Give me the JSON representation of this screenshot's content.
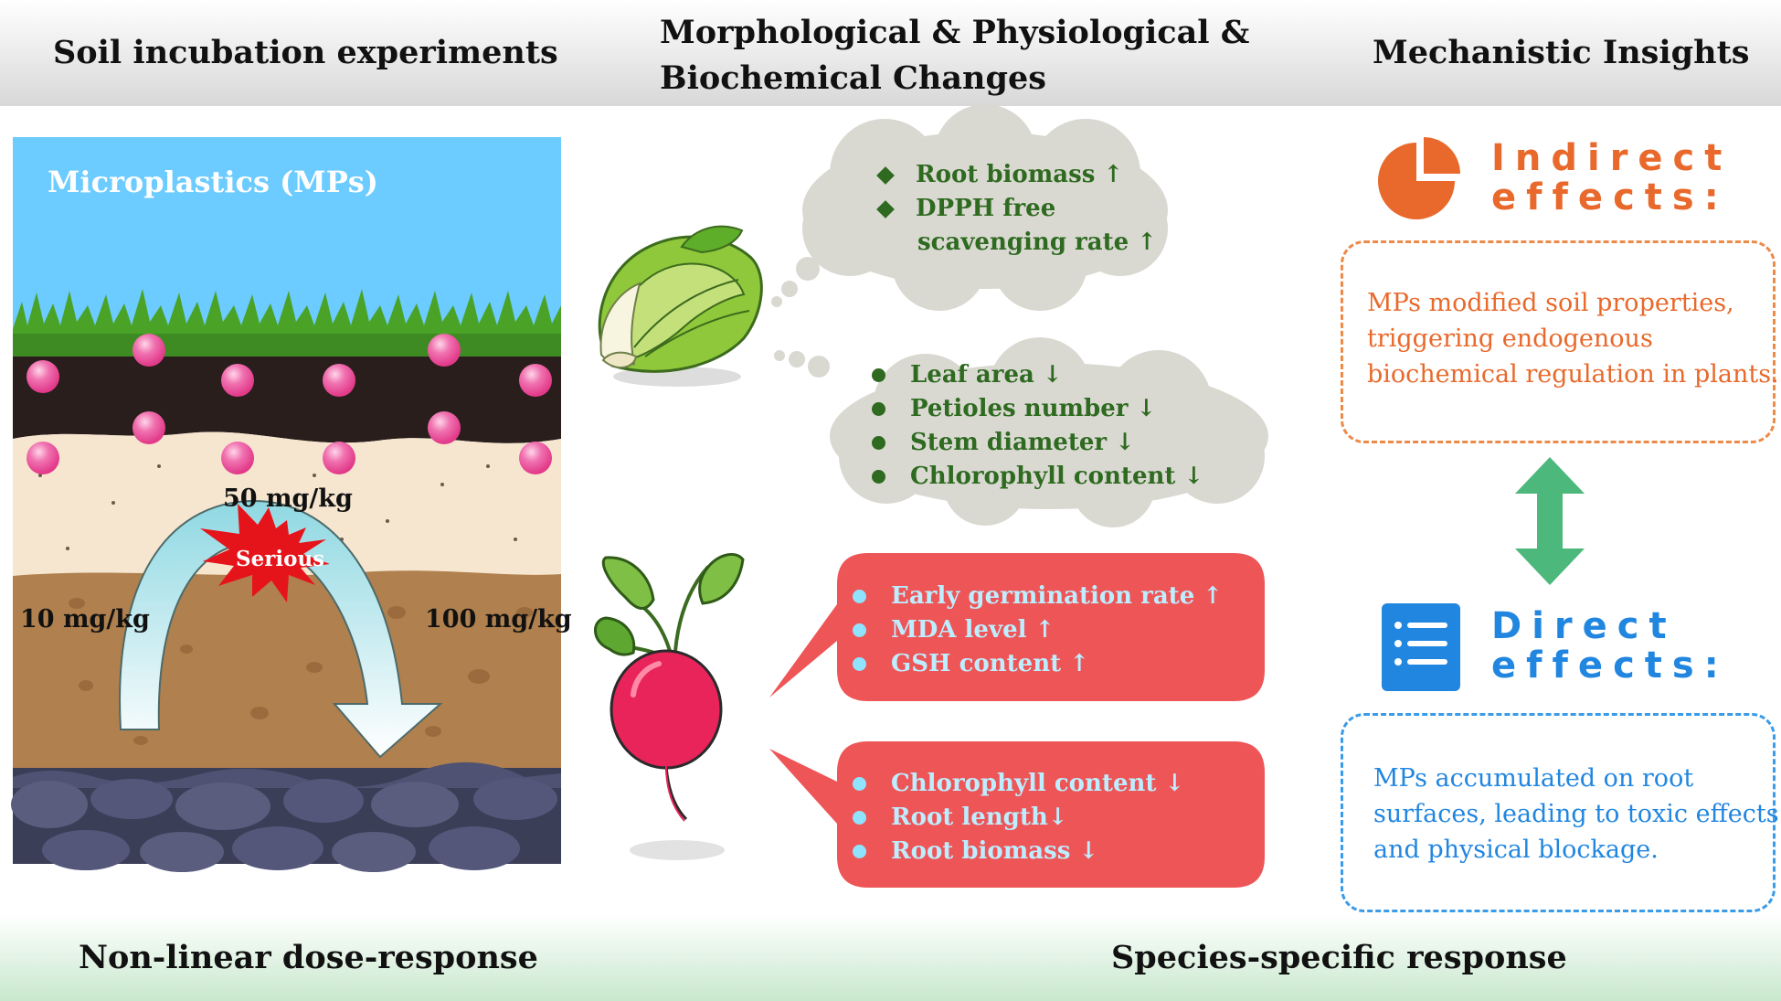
{
  "header": {
    "left_title": "Soil incubation experiments",
    "center_title_line1": "Morphological & Physiological &",
    "center_title_line2": "Biochemical Changes",
    "right_title": "Mechanistic Insights"
  },
  "soil_panel": {
    "title": "Microplastics (MPs)",
    "dose_low": "10 mg/kg",
    "dose_mid": "50 mg/kg",
    "dose_high": "100 mg/kg",
    "burst_label": "Serious"
  },
  "cabbage": {
    "cloud_upper_items": [
      "Root biomass ↑",
      "DPPH free",
      "scavenging rate ↑"
    ],
    "cloud_lower_items": [
      "Leaf area ↓",
      "Petioles number ↓",
      "Stem diameter ↓",
      "Chlorophyll content ↓"
    ]
  },
  "radish": {
    "bubble_upper_items": [
      "Early germination rate ↑",
      "MDA level ↑",
      "GSH content ↑"
    ],
    "bubble_lower_items": [
      "Chlorophyll content ↓",
      "Root length↓",
      "Root biomass ↓"
    ]
  },
  "mechanism": {
    "indirect_line1": "Indirect",
    "indirect_line2": "effects:",
    "indirect_text": [
      "MPs modified soil properties,",
      "triggering endogenous",
      "biochemical regulation in plants."
    ],
    "direct_line1": "Direct",
    "direct_line2": "effects:",
    "direct_text": [
      "MPs accumulated on root",
      "surfaces, leading to toxic effects",
      "and physical blockage."
    ]
  },
  "footer": {
    "left_label": "Non-linear dose-response",
    "right_label": "Species-specific response"
  },
  "colors": {
    "sky": "#6ccbff",
    "dark_soil": "#2a1e1c",
    "sand": "#f6e5cf",
    "brown_soil": "#b0804e",
    "rock": "#4f5272",
    "microplastic": "#e23a8a",
    "cloud": "#d9d9d2",
    "radish_bubble": "#ee5557",
    "indirect_orange": "#e8692b",
    "direct_blue": "#2186e0",
    "double_arrow_green": "#4cb87c"
  },
  "icons": {
    "indirect": "pie-chart-icon",
    "direct": "list-document-icon",
    "connector": "double-arrow-icon"
  }
}
